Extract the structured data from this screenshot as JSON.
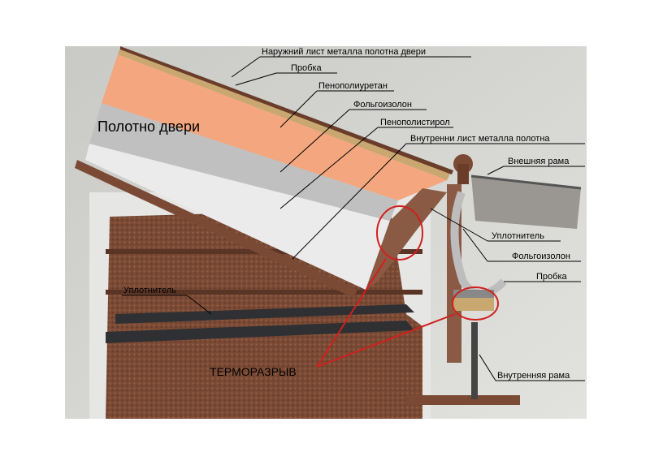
{
  "labels": {
    "outer_sheet": "Наружний лист металла полотна двери",
    "cork_top": "Пробка",
    "polyurethane": "Пенополиуретан",
    "foil_insulation_top": "Фольгоизолон",
    "polystyrene": "Пенополистирол",
    "inner_sheet": "Внутренни лист металла полотна",
    "outer_frame": "Внешняя рама",
    "door_leaf": "Полотно двери",
    "seal_right": "Уплотнитель",
    "foil_insulation_right": "Фольгоизолон",
    "cork_right": "Пробка",
    "seal_left": "Уплотнитель",
    "thermal_break": "ТЕРМОРАЗРЫВ",
    "inner_frame": "Внутренняя рама"
  },
  "colors": {
    "foam_orange": "#f4a67e",
    "foam_white": "#ecebec",
    "metal_brown": "#7a4a35",
    "cork": "#c9a770",
    "seal": "#2e3033",
    "callout_red": "#d0201e",
    "background": "#cfcfcc"
  }
}
